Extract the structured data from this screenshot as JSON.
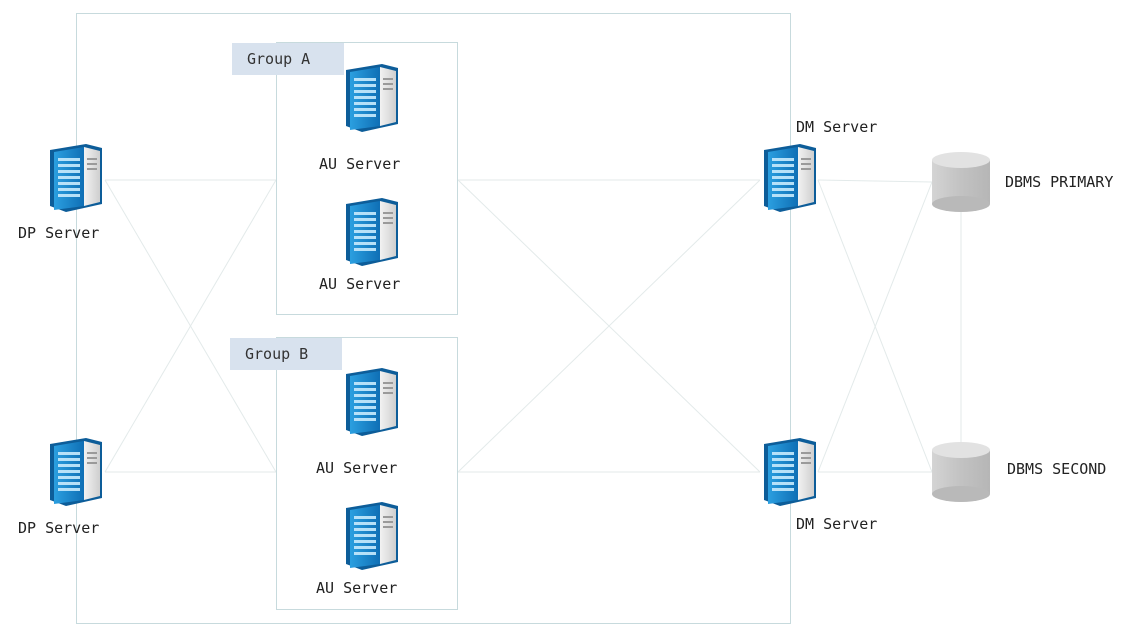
{
  "diagram": {
    "group_a": {
      "label": "Group A"
    },
    "group_b": {
      "label": "Group B"
    },
    "dp_servers": [
      {
        "label": "DP Server"
      },
      {
        "label": "DP Server"
      }
    ],
    "au_servers_group_a": [
      {
        "label": "AU Server"
      },
      {
        "label": "AU Server"
      }
    ],
    "au_servers_group_b": [
      {
        "label": "AU Server"
      },
      {
        "label": "AU Server"
      }
    ],
    "dm_servers": [
      {
        "label": "DM Server"
      },
      {
        "label": "DM Server"
      }
    ],
    "databases": [
      {
        "label": "DBMS PRIMARY"
      },
      {
        "label": "DBMS SECOND"
      }
    ]
  },
  "colors": {
    "line": "#e3eaea",
    "box_border": "#c7dadd",
    "group_label_bg": "#d8e2ee",
    "server_blue": "#1a8fd6",
    "db_gray": "#c8c8c8"
  },
  "icons": {
    "server": "server-icon",
    "database": "database-icon"
  }
}
